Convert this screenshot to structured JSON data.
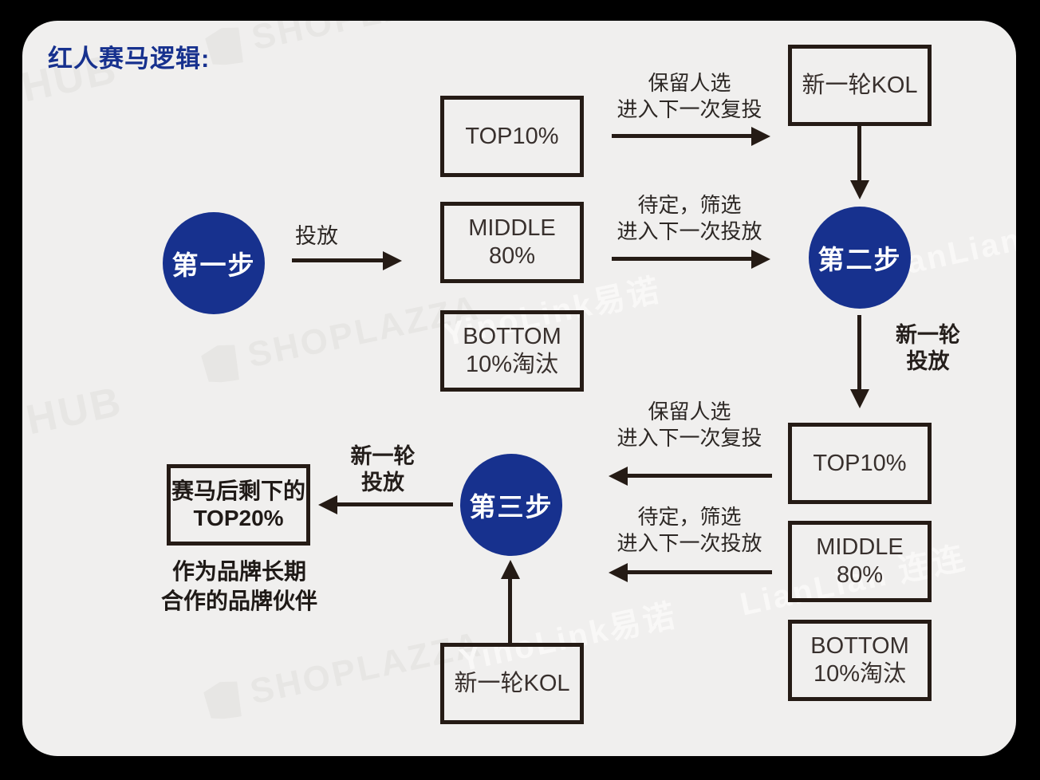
{
  "title": "红人赛马逻辑:",
  "steps": {
    "step1": "第一步",
    "step2": "第二步",
    "step3": "第三步"
  },
  "labels": {
    "launch": "投放",
    "keep_line1": "保留人选",
    "keep_line2": "进入下一次复投",
    "pending_line1": "待定，筛选",
    "pending_line2": "进入下一次投放",
    "new_round_line1": "新一轮",
    "new_round_line2": "投放"
  },
  "boxes": {
    "top10": "TOP10%",
    "middle_line1": "MIDDLE",
    "middle_line2": "80%",
    "bottom_line1": "BOTTOM",
    "bottom_line2": "10%淘汰",
    "new_kol": "新一轮KOL",
    "result_line1": "赛马后剩下的",
    "result_line2": "TOP20%"
  },
  "note": {
    "line1": "作为品牌长期",
    "line2": "合作的品牌伙伴"
  },
  "watermarks": {
    "shoplazza": "SHOPLAZZA",
    "hub": "HUB",
    "yinolink": "YinoLink易诺",
    "lianlian": "LianLian 连连"
  },
  "colors": {
    "accent_blue": "#17318e",
    "line_dark": "#251b15",
    "card_bg": "#f0efee"
  }
}
